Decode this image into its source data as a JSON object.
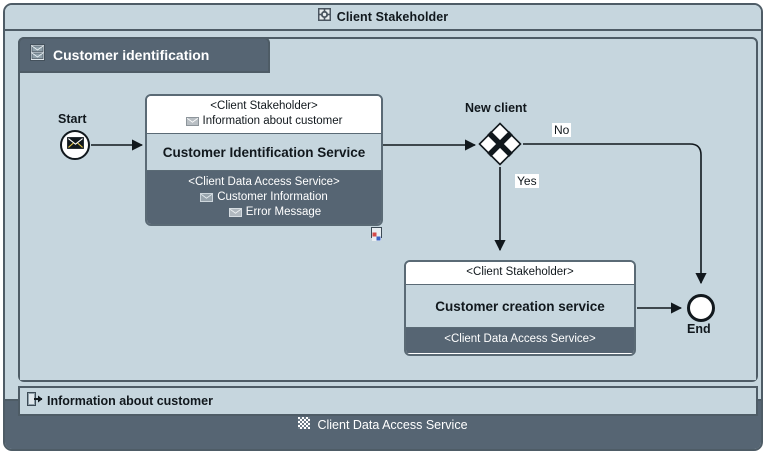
{
  "pool": {
    "header": {
      "label": "Client Stakeholder",
      "icon": "component-gear-icon"
    },
    "footer": {
      "label": "Client Data Access Service",
      "icon": "checkerboard-pattern-icon"
    }
  },
  "subprocess": {
    "tab": {
      "label": "Customer identification",
      "icon": "subprocess-message-icon"
    }
  },
  "message_flow_bar": {
    "label": "Information about customer",
    "icon": "interface-port-icon"
  },
  "diagram": {
    "type": "bpmn-process",
    "events": [
      {
        "id": "start",
        "kind": "message-start-event",
        "label": "Start",
        "icon": "envelope-icon"
      },
      {
        "id": "end",
        "kind": "end-event",
        "label": "End"
      }
    ],
    "gateway": {
      "id": "new-client",
      "kind": "exclusive-gateway",
      "label": "New client",
      "marker": "X"
    },
    "tasks": [
      {
        "id": "customer-identification-service",
        "title": "Customer Identification Service",
        "provided_stereotype": "<Client Stakeholder>",
        "provided_messages": [
          {
            "label": "Information about customer",
            "icon": "envelope-icon"
          }
        ],
        "required_stereotype": "<Client Data Access Service>",
        "required_messages": [
          {
            "label": "Customer Information",
            "icon": "envelope-icon",
            "indent": 0
          },
          {
            "label": "Error Message",
            "icon": "envelope-icon",
            "indent": 1
          }
        ],
        "marker_icon": "sub-element-marker-icon"
      },
      {
        "id": "customer-creation-service",
        "title": "Customer creation service",
        "provided_stereotype": "<Client Stakeholder>",
        "provided_messages": [],
        "required_stereotype": "<Client Data Access Service>",
        "required_messages": []
      }
    ],
    "flows": [
      {
        "from": "start",
        "to": "customer-identification-service",
        "label": ""
      },
      {
        "from": "customer-identification-service",
        "to": "new-client",
        "label": ""
      },
      {
        "from": "new-client",
        "to": "end",
        "label": "No"
      },
      {
        "from": "new-client",
        "to": "customer-creation-service",
        "label": "Yes"
      },
      {
        "from": "customer-creation-service",
        "to": "end",
        "label": ""
      }
    ]
  },
  "colors": {
    "canvas": "#c6d6de",
    "dark_band": "#566573",
    "border": "#4e5c66",
    "task_border": "#5a6a75",
    "white": "#ffffff",
    "text_dark": "#11181d"
  }
}
